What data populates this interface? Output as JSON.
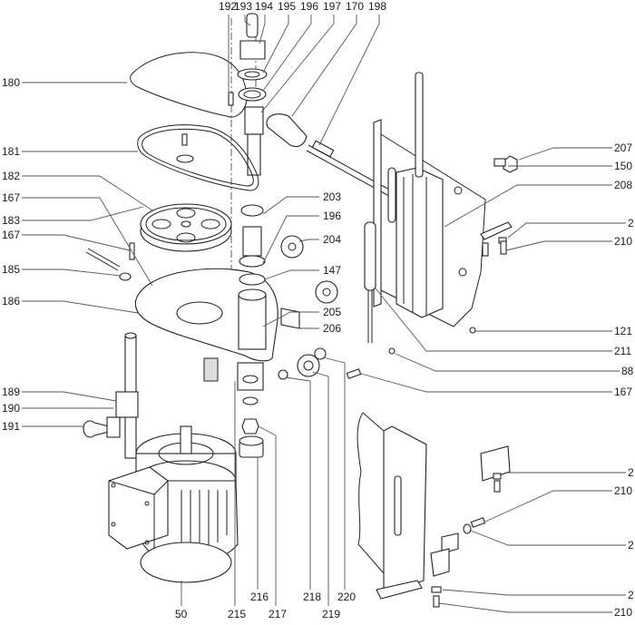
{
  "diagram": {
    "type": "exploded-parts-view",
    "subject": "Motor, pulley drive and mounting bracket assembly",
    "labels_top": [
      "192",
      "193",
      "194",
      "195",
      "196",
      "197",
      "170",
      "198"
    ],
    "labels_left": [
      "180",
      "181",
      "182",
      "167",
      "183",
      "167",
      "185",
      "186",
      "189",
      "190",
      "191"
    ],
    "labels_center": [
      "203",
      "196",
      "204",
      "147",
      "205",
      "206"
    ],
    "labels_right": [
      "207",
      "150",
      "208",
      "2",
      "210",
      "121",
      "211",
      "88",
      "167",
      "2",
      "210",
      "2",
      "2",
      "210"
    ],
    "labels_bottom_upper": [
      "216",
      "218",
      "220"
    ],
    "labels_bottom": [
      "50",
      "215",
      "217",
      "219"
    ]
  }
}
